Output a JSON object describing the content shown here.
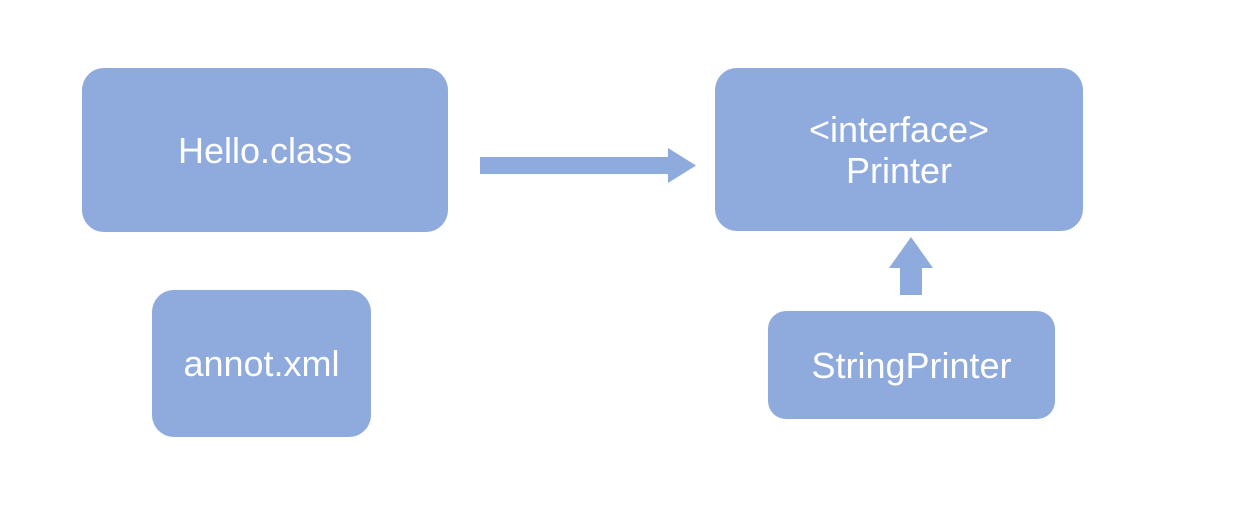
{
  "colors": {
    "background": "#ffffff",
    "node_fill": "#8faadc",
    "arrow_fill": "#8faadc",
    "node_text": "#ffffff"
  },
  "nodes": {
    "hello_class": {
      "label": "Hello.class"
    },
    "printer_interface": {
      "stereotype": "<interface>",
      "name": "Printer"
    },
    "annot_xml": {
      "label": "annot.xml"
    },
    "string_printer": {
      "label": "StringPrinter"
    }
  },
  "edges": {
    "hello_to_printer": {
      "from": "Hello.class",
      "to": "Printer",
      "shape": "right-block-arrow"
    },
    "stringprinter_to_printer": {
      "from": "StringPrinter",
      "to": "Printer",
      "shape": "up-block-arrow"
    }
  }
}
